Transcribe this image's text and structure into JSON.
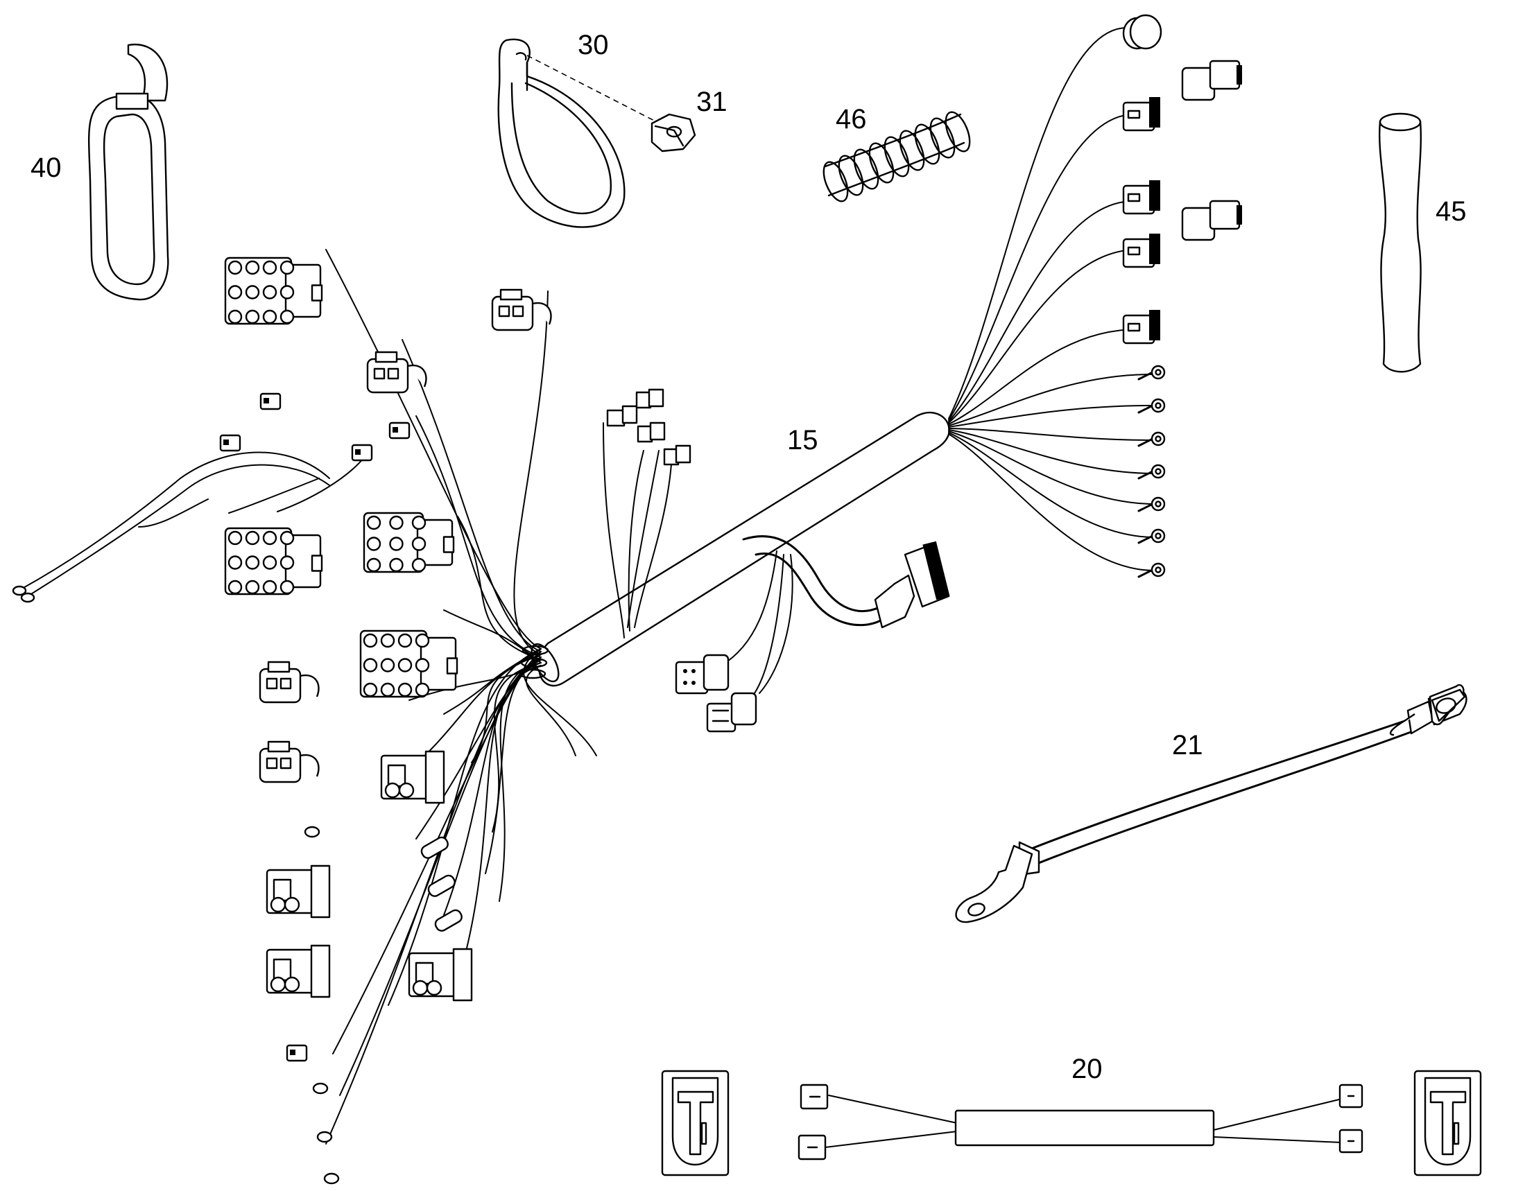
{
  "callouts": {
    "tie_strap": "40",
    "p_clamp": "30",
    "nut": "31",
    "spring_guard": "46",
    "sleeve": "45",
    "main_harness": "15",
    "ground_cable": "21",
    "jumper_harness": "20"
  }
}
